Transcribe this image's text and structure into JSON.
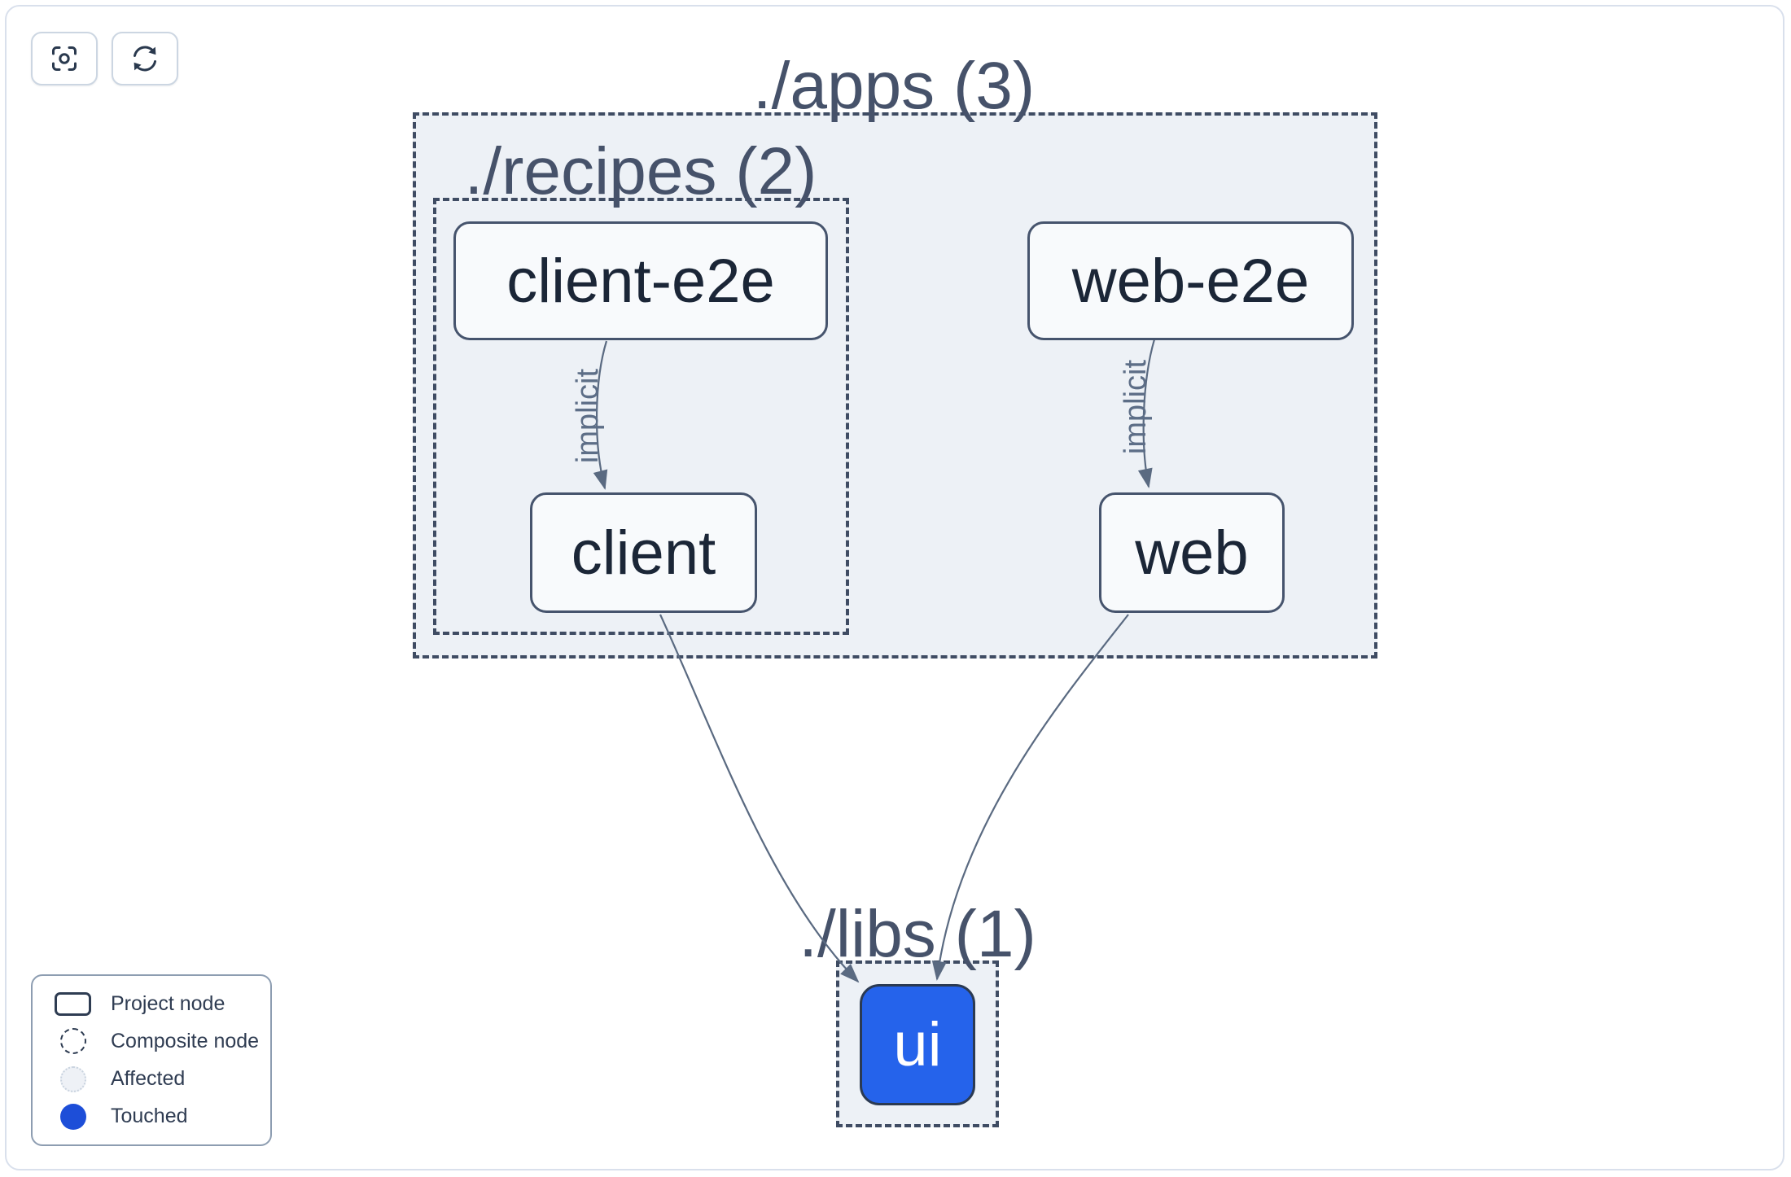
{
  "toolbar": {
    "focus_button": {
      "icon": "focus-icon"
    },
    "refresh_button": {
      "icon": "refresh-icon"
    }
  },
  "graph": {
    "groups": {
      "apps": {
        "label": "./apps (3)"
      },
      "recipes": {
        "label": "./recipes (2)"
      },
      "libs": {
        "label": "./libs (1)"
      }
    },
    "nodes": {
      "client_e2e": {
        "label": "client-e2e",
        "state": "default"
      },
      "web_e2e": {
        "label": "web-e2e",
        "state": "default"
      },
      "client": {
        "label": "client",
        "state": "default"
      },
      "web": {
        "label": "web",
        "state": "default"
      },
      "ui": {
        "label": "ui",
        "state": "touched"
      }
    },
    "edges": [
      {
        "from": "client-e2e",
        "to": "client",
        "label": "implicit",
        "type": "implicit"
      },
      {
        "from": "web-e2e",
        "to": "web",
        "label": "implicit",
        "type": "implicit"
      },
      {
        "from": "client",
        "to": "ui",
        "label": "",
        "type": "static"
      },
      {
        "from": "web",
        "to": "ui",
        "label": "",
        "type": "static"
      }
    ]
  },
  "legend": {
    "items": [
      {
        "icon": "project-node-swatch",
        "label": "Project node"
      },
      {
        "icon": "composite-node-swatch",
        "label": "Composite node"
      },
      {
        "icon": "affected-swatch",
        "label": "Affected"
      },
      {
        "icon": "touched-swatch",
        "label": "Touched"
      }
    ]
  },
  "colors": {
    "touched_blue": "#1d4ed8",
    "ui_node_blue": "#2563eb",
    "edge": "#5a6a81",
    "container_border": "#3f4c63",
    "container_fill": "#edf1f6",
    "node_fill": "#f8fafc",
    "node_border": "#46546d"
  }
}
